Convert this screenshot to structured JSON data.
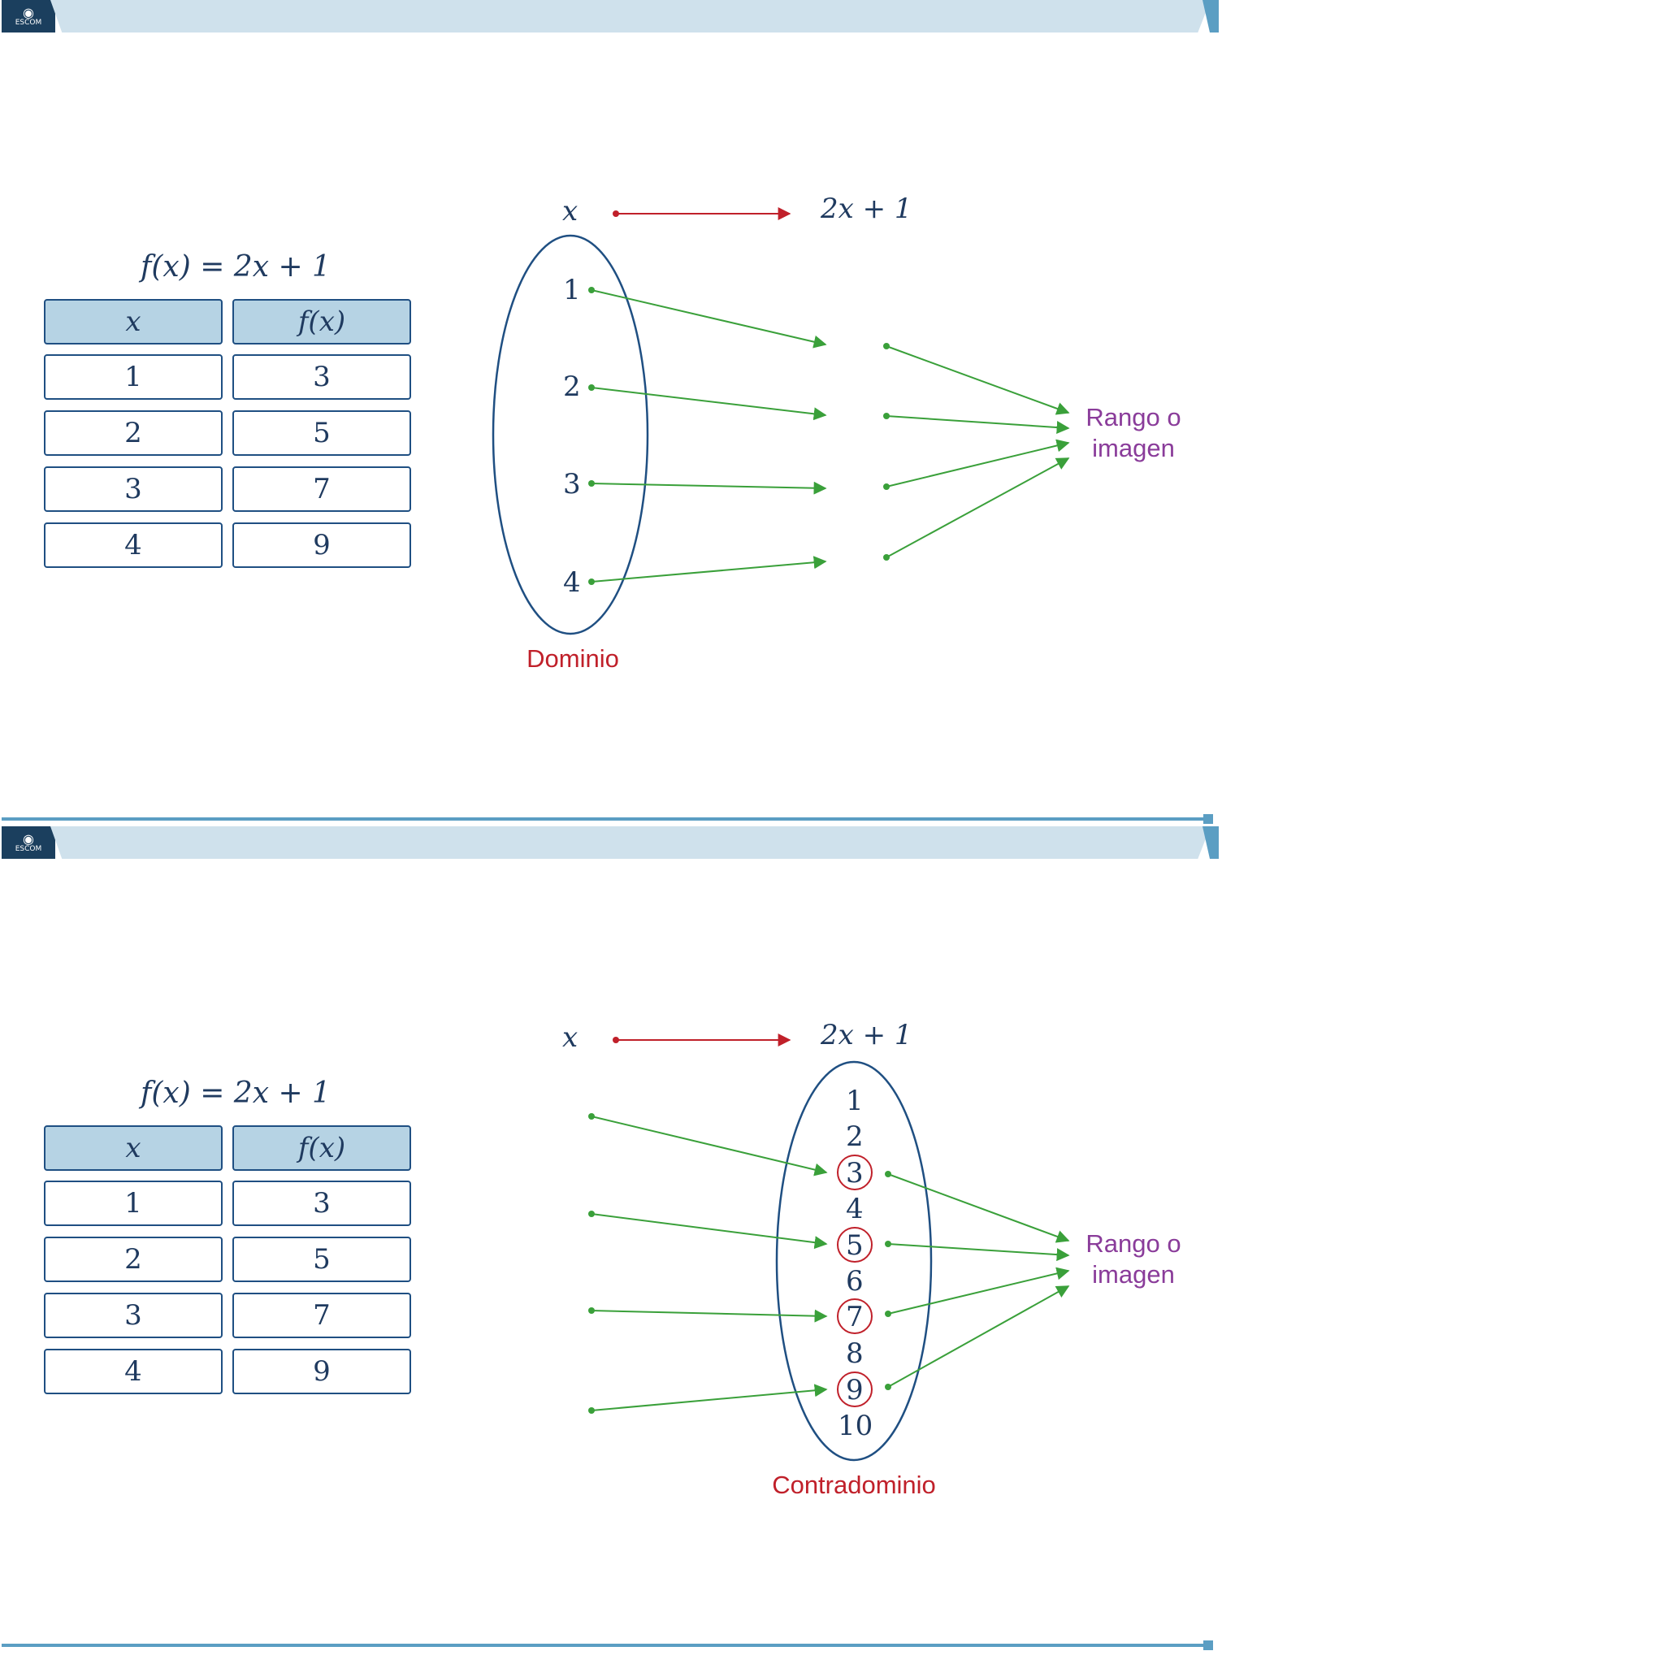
{
  "colors": {
    "navy": "#1f3a5f",
    "table_header": "#b6d3e4",
    "band": "#cfe1ec",
    "accent": "#5b9ec3",
    "arrow_green": "#3aa03a",
    "arrow_red": "#c0202a",
    "rango": "#8a3c9a"
  },
  "header": {
    "logo_text": "ESCOM",
    "logo_icon": "eye-logo-icon"
  },
  "slides": [
    {
      "function_label": "f(x) = 2x + 1",
      "table": {
        "headers": [
          "x",
          "f(x)"
        ],
        "rows": [
          [
            "1",
            "3"
          ],
          [
            "2",
            "5"
          ],
          [
            "3",
            "7"
          ],
          [
            "4",
            "9"
          ]
        ]
      },
      "mapping_left": "x",
      "mapping_right": "2x + 1",
      "domain_values": [
        "1",
        "2",
        "3",
        "4"
      ],
      "domain_label": "Dominio",
      "range_label_line1": "Rango o",
      "range_label_line2": "imagen"
    },
    {
      "function_label": "f(x) = 2x + 1",
      "table": {
        "headers": [
          "x",
          "f(x)"
        ],
        "rows": [
          [
            "1",
            "3"
          ],
          [
            "2",
            "5"
          ],
          [
            "3",
            "7"
          ],
          [
            "4",
            "9"
          ]
        ]
      },
      "mapping_left": "x",
      "mapping_right": "2x + 1",
      "codomain_values": [
        "1",
        "2",
        "3",
        "4",
        "5",
        "6",
        "7",
        "8",
        "9",
        "10"
      ],
      "circled_values": [
        "3",
        "5",
        "7",
        "9"
      ],
      "codomain_label": "Contradominio",
      "range_label_line1": "Rango o",
      "range_label_line2": "imagen"
    }
  ]
}
